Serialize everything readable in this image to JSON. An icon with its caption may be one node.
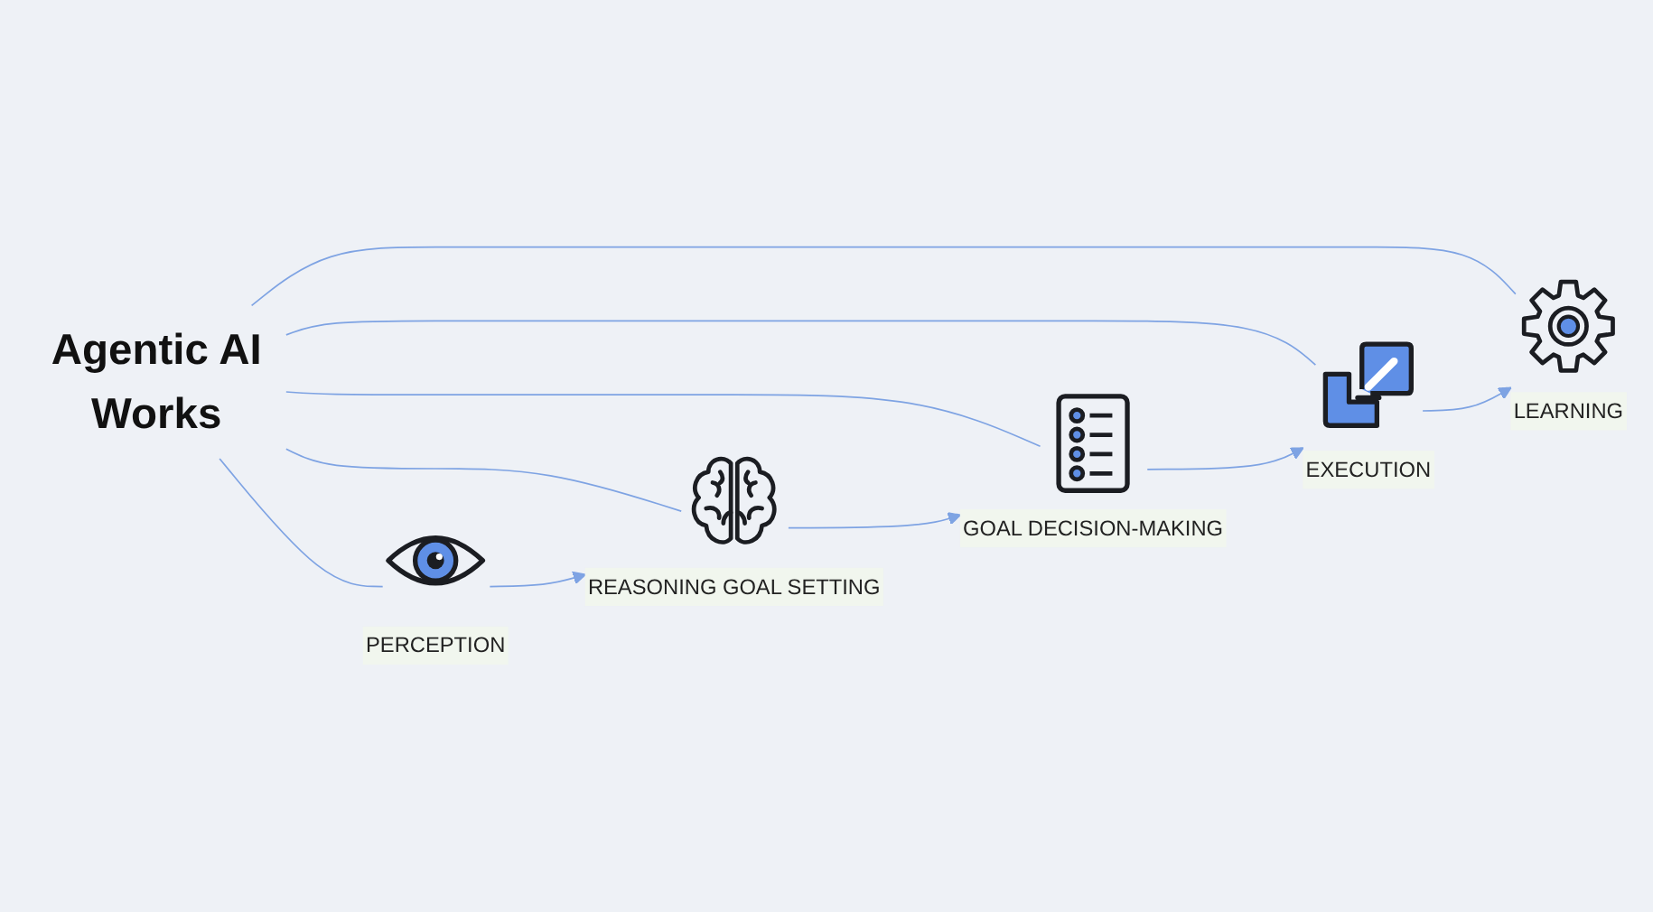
{
  "diagram": {
    "nodes": [
      {
        "text": [
          "Agentic AI",
          "Works"
        ]
      },
      {
        "text": [
          "PERCEPTION"
        ]
      },
      {
        "text": [
          "REASONING GOAL SETTING"
        ]
      },
      {
        "text": [
          "GOAL DECISION-MAKING"
        ]
      },
      {
        "text": [
          "EXECUTION"
        ]
      },
      {
        "text": [
          "LEARNING"
        ]
      }
    ],
    "edges": [
      {
        "from": 0,
        "to": 1,
        "arrow": "none"
      },
      {
        "from": 0,
        "to": 2,
        "arrow": "none"
      },
      {
        "from": 0,
        "to": 3,
        "arrow": "none"
      },
      {
        "from": 0,
        "to": 4,
        "arrow": "none"
      },
      {
        "from": 0,
        "to": 5,
        "arrow": "none"
      },
      {
        "from": 1,
        "to": 2,
        "arrow": "to"
      },
      {
        "from": 2,
        "to": 3,
        "arrow": "to"
      },
      {
        "from": 3,
        "to": 4,
        "arrow": "to"
      },
      {
        "from": 4,
        "to": 5,
        "arrow": "to"
      }
    ]
  }
}
